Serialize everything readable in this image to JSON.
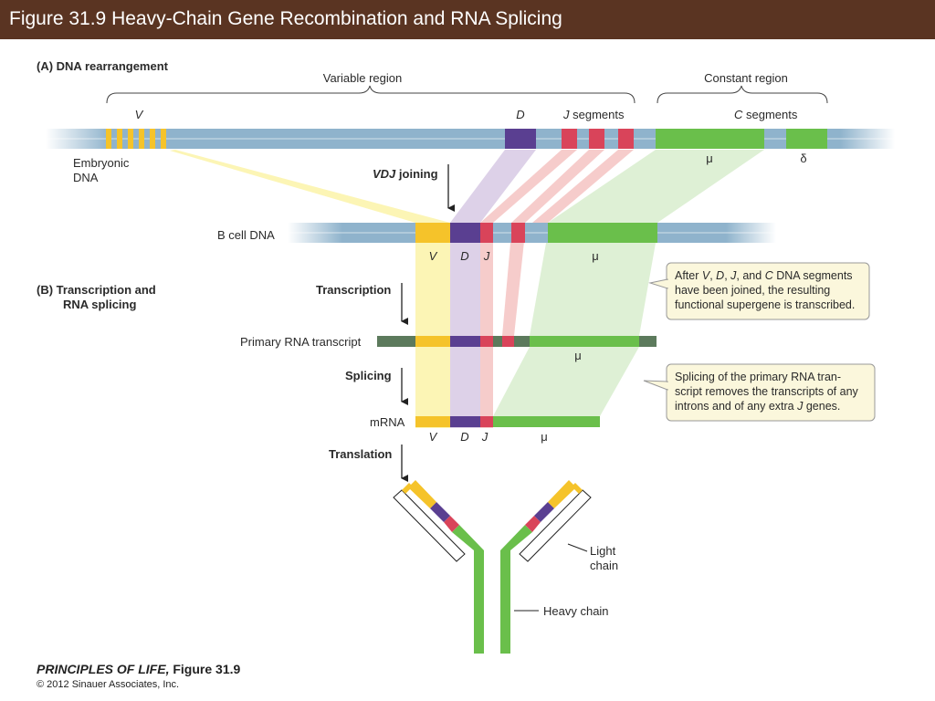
{
  "header": {
    "title": "Figure 31.9  Heavy-Chain Gene Recombination and RNA Splicing",
    "bg_color": "#5a3422"
  },
  "panel_a": {
    "heading": "(A)  DNA rearrangement",
    "variable_region": "Variable region",
    "constant_region": "Constant region",
    "v_label": "V",
    "d_label": "D",
    "j_segments": {
      "letter": "J",
      "word": " segments"
    },
    "c_segments": {
      "letter": "C",
      "word": " segments"
    },
    "embryonic_dna": [
      "Embryonic",
      "DNA"
    ],
    "mu": "μ",
    "delta": "δ",
    "vdj_joining": {
      "italic": "VDJ",
      "rest": " joining"
    },
    "b_cell_dna": "B cell DNA",
    "b_cell_segments": {
      "v": "V",
      "d": "D",
      "j": "J",
      "mu": "μ"
    }
  },
  "panel_b": {
    "heading_lines": [
      "(B)  Transcription and",
      "RNA splicing"
    ],
    "transcription": "Transcription",
    "primary_rna": "Primary RNA transcript",
    "primary_mu": "μ",
    "splicing": "Splicing",
    "mrna": "mRNA",
    "mrna_segments": {
      "v": "V",
      "d": "D",
      "j": "J",
      "mu": "μ"
    },
    "translation": "Translation",
    "light_chain": [
      "Light",
      "chain"
    ],
    "heavy_chain": "Heavy chain"
  },
  "notes": {
    "note1": [
      [
        {
          "t": "After "
        },
        {
          "t": "V",
          "i": true
        },
        {
          "t": ", "
        },
        {
          "t": "D",
          "i": true
        },
        {
          "t": ", "
        },
        {
          "t": "J",
          "i": true
        },
        {
          "t": ", and "
        },
        {
          "t": "C",
          "i": true
        },
        {
          "t": " DNA segments"
        }
      ],
      [
        {
          "t": "have been joined, the resulting"
        }
      ],
      [
        {
          "t": "functional supergene is transcribed."
        }
      ]
    ],
    "note2": [
      [
        {
          "t": "Splicing of the primary RNA tran-"
        }
      ],
      [
        {
          "t": "script removes the transcripts of any"
        }
      ],
      [
        {
          "t": "introns and of any extra "
        },
        {
          "t": "J",
          "i": true
        },
        {
          "t": " genes."
        }
      ]
    ]
  },
  "footer": {
    "book": "PRINCIPLES OF LIFE,",
    "figure": " Figure 31.9",
    "copyright": "© 2012 Sinauer Associates, Inc."
  },
  "colors": {
    "dna_blue": "#8fb3cc",
    "v_yellow": "#f5c32a",
    "d_purple": "#5a3f91",
    "j_red": "#d9445a",
    "mu_green": "#6abf4b",
    "rna_gray": "#5c7a5c",
    "yellow_band": "#fbf3a8",
    "purple_band": "#d9cce6",
    "red_band": "#f5c7c5",
    "green_band": "#dcefd3",
    "note_bg": "#fbf7dc"
  }
}
